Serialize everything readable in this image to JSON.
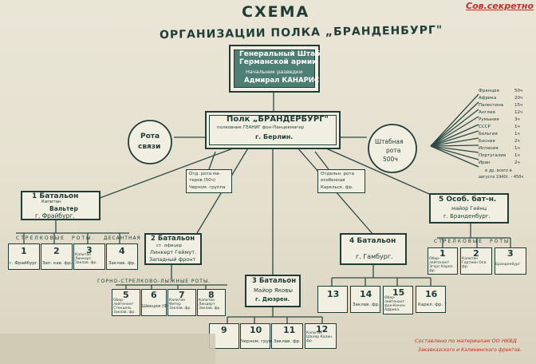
{
  "secret_stamp": "Сов.секретно",
  "title": "СХЕМА",
  "subtitle": "ОРГАНИЗАЦИИ ПОЛКА „БРАНДЕНБУРГ\"",
  "general_staff": {
    "line1": "Генеральный Штаб",
    "line2": "Германской армии",
    "line3": "Начальник разведки",
    "line4": "Адмирал КАНАРИС"
  },
  "regiment": {
    "line1": "Полк „БРАНДЕРБУРГ\"",
    "line2": "полковник ГЕАНИГ фон-Панцекмагер",
    "line3": "г. Берлин."
  },
  "signal_company": {
    "line1": "Рота",
    "line2": "связи"
  },
  "staff_company": {
    "line1": "Штабная",
    "line2": "рота",
    "line3": "500ч"
  },
  "countries": [
    {
      "name": "Франция",
      "value": "50ч"
    },
    {
      "name": "Африка",
      "value": "20ч"
    },
    {
      "name": "Палестина",
      "value": "15ч"
    },
    {
      "name": "Англия",
      "value": "12ч"
    },
    {
      "name": "Румыния",
      "value": "3ч"
    },
    {
      "name": "СССР",
      "value": "1ч"
    },
    {
      "name": "Бельгия",
      "value": "1ч"
    },
    {
      "name": "Босния",
      "value": "2ч"
    },
    {
      "name": "Испания",
      "value": "1ч"
    },
    {
      "name": "Португалия",
      "value": "1ч"
    },
    {
      "name": "Иран",
      "value": "2ч"
    }
  ],
  "countries_note": {
    "line1": "и др. всего в",
    "line2": "августе 1940г. - 450ч"
  },
  "detached_company_1": {
    "line1": "Отд. рота ма-",
    "line2": "теров (50ч)",
    "line3": "Черном. группа"
  },
  "detached_company_2": {
    "line1": "Отдельн. рота",
    "line2": "особенная",
    "line3": "Карельск. фр."
  },
  "battalion_1": {
    "title": "1 Батальон",
    "rank": "Капитан",
    "name": "Вальтер",
    "city": "г. Фрайбург."
  },
  "battalion_1_labels": {
    "rifle": "СТРЕЛКОВЫЕ",
    "companies": "РОТЫ.",
    "landing": "ДЕСАНТНАЯ"
  },
  "battalion_1_companies": [
    {
      "number": "1",
      "text": "г. Фрайбург."
    },
    {
      "number": "2",
      "text": "Зап. кав. фр."
    },
    {
      "number": "3",
      "text": "Капитан Линкерт. Заклав. фр."
    },
    {
      "number": "4",
      "text": "Заклав. фр."
    }
  ],
  "battalion_2": {
    "title": "2 Батальон",
    "rank": "ст. офицер",
    "name": "Линкерт Геймут.",
    "front": "Западный фронт"
  },
  "mountain_label": "ГОРНО-СТРЕЛКОВО-ЛЫЖНЫЕ РОТЫ.",
  "battalion_2_companies": [
    {
      "number": "5",
      "text": "Обер-лейтенант Стенцель Заклав. фр."
    },
    {
      "number": "6",
      "text": "Швеция (Фр.)"
    },
    {
      "number": "7",
      "text": "Капитан Фетер Заклав. фр."
    },
    {
      "number": "8",
      "text": "Капитан Линдерт Заклав. фр."
    }
  ],
  "battalion_3": {
    "title": "3 Батальон",
    "name": "Майор Яковы",
    "city": "г. Дюэрен."
  },
  "battalion_3_companies": [
    {
      "number": "9",
      "text": ""
    },
    {
      "number": "10",
      "text": "Черном. груп."
    },
    {
      "number": "11",
      "text": "Заклав. фр."
    },
    {
      "number": "12",
      "text": "Капитан Шалер Калин. фр."
    }
  ],
  "battalion_4": {
    "title": "4 Батальон",
    "city": "г. Гамбург."
  },
  "battalion_4_companies": [
    {
      "number": "13",
      "text": ""
    },
    {
      "number": "14",
      "text": "Заклав. фр."
    },
    {
      "number": "15",
      "text": "Обер-лейтенант фон-Кенен Африка."
    },
    {
      "number": "16",
      "text": "Карел. фр. ?"
    }
  ],
  "battalion_5": {
    "title": "5 Особ. бат-н.",
    "name": "майор Гейнц",
    "city": "г. Бранденбург."
  },
  "battalion_5_label": {
    "rifle": "СТРЕЛКОВЫЕ",
    "companies": "РОТЫ."
  },
  "battalion_5_companies": [
    {
      "number": "1",
      "text": "Обер-лейтенант Эгерс Карел. фр."
    },
    {
      "number": "2",
      "text": "Капитан Гартман Осв. фр."
    },
    {
      "number": "3",
      "text": "Бранденбург"
    }
  ],
  "source_note": {
    "line1": "Составлено по материалам ОО НКВД",
    "line2": "Закавказского и Калининского фронтов."
  },
  "colors": {
    "ink": "#1f3d36",
    "teal": "#4e7f74",
    "paper": "#ebe7d8",
    "stamp_red": "#c0312b"
  }
}
